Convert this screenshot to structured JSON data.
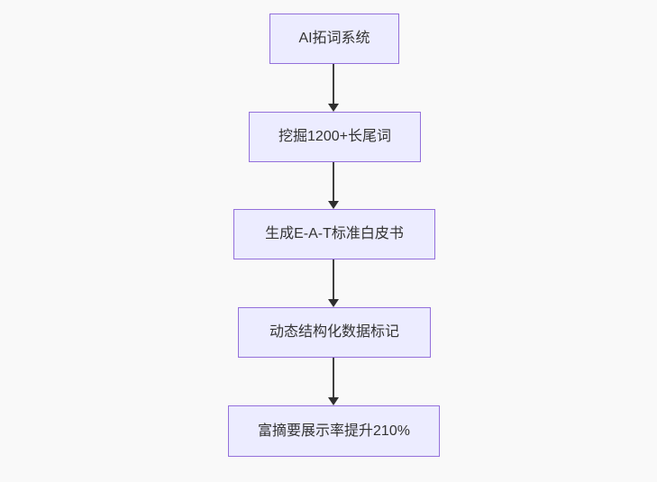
{
  "flowchart": {
    "background_color": "#f9f9f9",
    "node_fill_color": "#ececff",
    "node_border_color": "#9370db",
    "node_text_color": "#333333",
    "arrow_color": "#333333",
    "nodes": [
      {
        "label": "AI拓词系统"
      },
      {
        "label": "挖掘1200+长尾词"
      },
      {
        "label": "生成E-A-T标准白皮书"
      },
      {
        "label": "动态结构化数据标记"
      },
      {
        "label": "富摘要展示率提升210%"
      }
    ],
    "edges": [
      {
        "from": "AI拓词系统",
        "to": "挖掘1200+长尾词"
      },
      {
        "from": "挖掘1200+长尾词",
        "to": "生成E-A-T标准白皮书"
      },
      {
        "from": "生成E-A-T标准白皮书",
        "to": "动态结构化数据标记"
      },
      {
        "from": "动态结构化数据标记",
        "to": "富摘要展示率提升210%"
      }
    ]
  }
}
